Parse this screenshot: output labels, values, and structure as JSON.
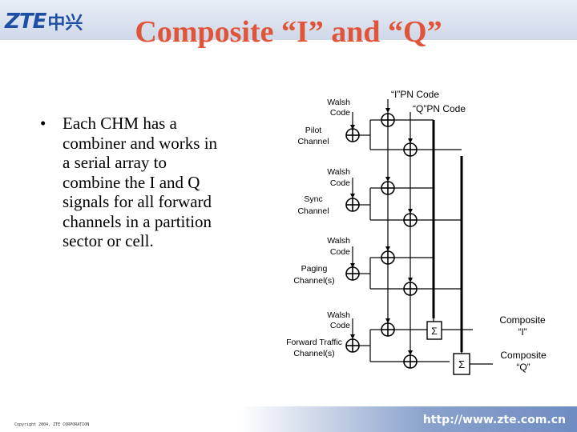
{
  "logo": {
    "brand": "ZTE",
    "cn": "中兴"
  },
  "title": "Composite “I” and “Q”",
  "bullet": "Each CHM has a combiner and works in a serial array to combine the I and Q signals for all forward channels in a partition sector or cell.",
  "diagram": {
    "i_pn_code": "“I”PN Code",
    "q_pn_code": "“Q”PN Code",
    "walsh_code": "Walsh Code",
    "channels": [
      "Pilot Channel",
      "Sync Channel",
      "Paging Channel(s)",
      "Forward Traffic Channel(s)"
    ],
    "composite_i": "Composite “I”",
    "composite_q": "Composite “Q”",
    "adder_glyph": "Σ"
  },
  "footer": {
    "copyright": "Copyright 2004, ZTE CORPORATION",
    "url": "http://www.zte.com.cn"
  }
}
